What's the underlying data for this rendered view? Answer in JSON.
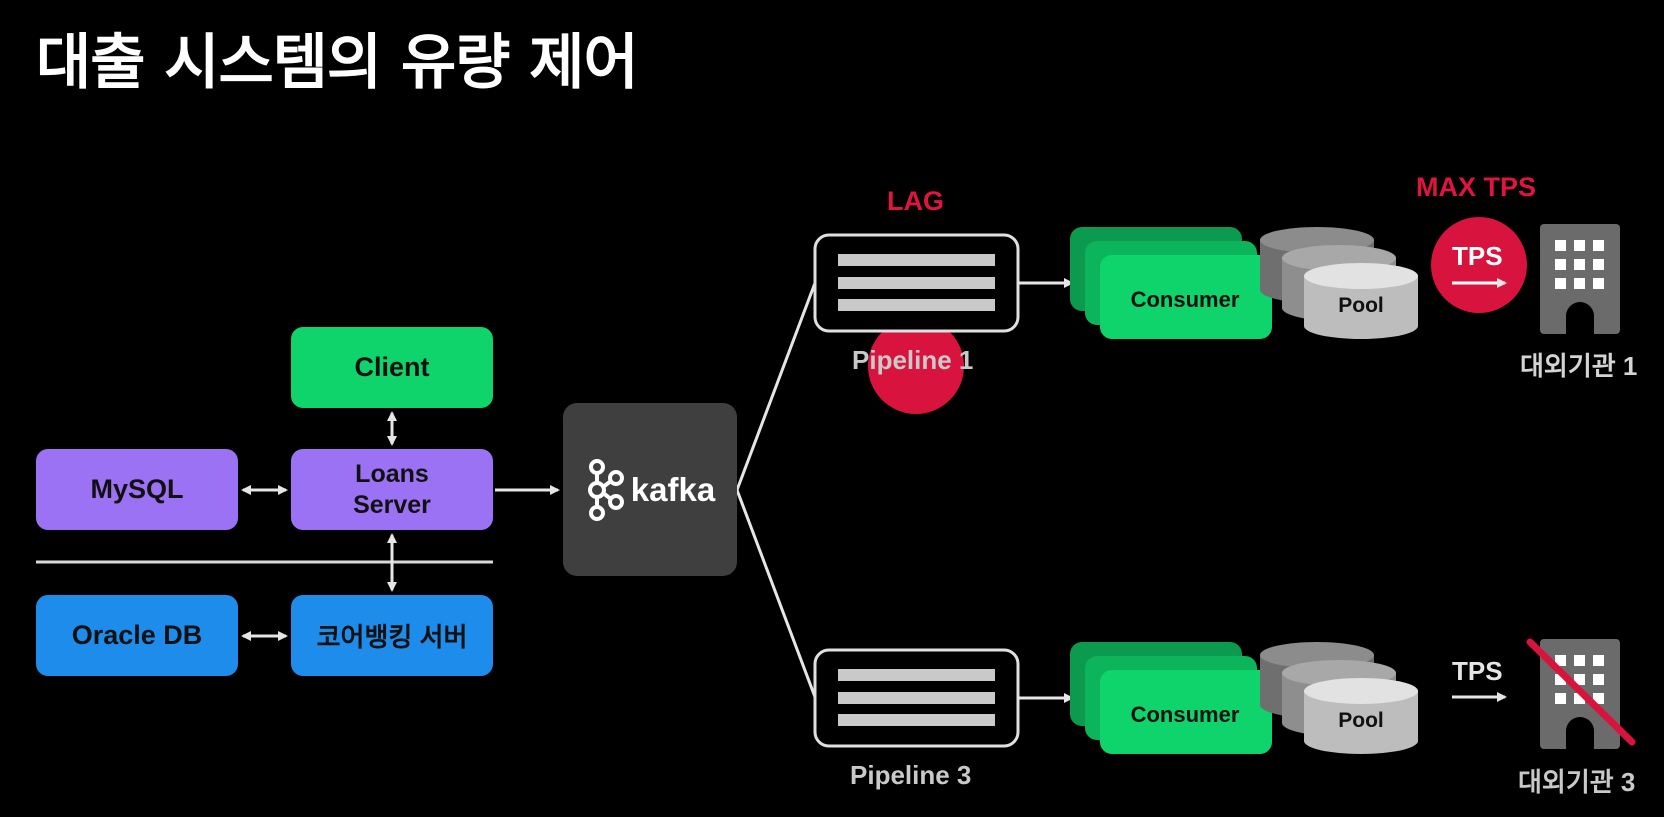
{
  "title": "대출 시스템의 유량 제어",
  "nodes": {
    "client": "Client",
    "loans_server": [
      "Loans",
      "Server"
    ],
    "mysql": "MySQL",
    "oracle": "Oracle DB",
    "core_banking": "코어뱅킹 서버",
    "kafka": "kafka"
  },
  "pipelines": [
    {
      "lag_label": "LAG",
      "name": "Pipeline 1",
      "consumer": "Consumer",
      "pool": "Pool",
      "max_tps_label": "MAX TPS",
      "tps_label": "TPS",
      "institution": "대외기관 1"
    },
    {
      "name": "Pipeline 3",
      "consumer": "Consumer",
      "pool": "Pool",
      "tps_label": "TPS",
      "institution": "대외기관 3"
    }
  ],
  "colors": {
    "green": "#0fd36b",
    "purple": "#9b72f4",
    "blue": "#1e8ceb",
    "kafka_bg": "#3f3f3f",
    "red": "#d8133d",
    "building": "#6b6b6b"
  },
  "icons": [
    "kafka-logo-icon",
    "building-icon",
    "arrow-right-icon",
    "cross-out-icon"
  ]
}
